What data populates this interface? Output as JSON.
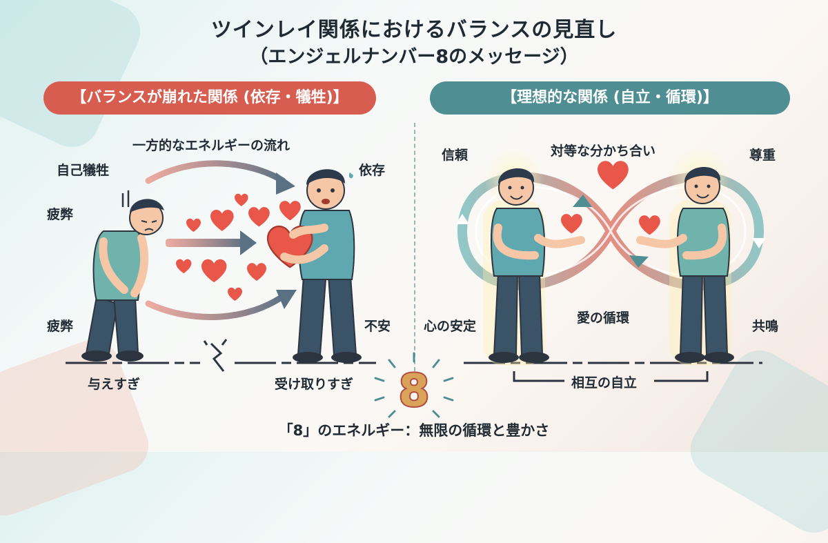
{
  "title": "ツインレイ関係におけるバランスの見直し",
  "subtitle": "（エンジェルナンバー8のメッセージ）",
  "left_panel": {
    "banner": "【バランスが崩れた関係 (依存・犠牲)】",
    "flow_label": "一方的なエネルギーの流れ",
    "labels": {
      "self_sacrifice": "自己犠牲",
      "fatigue_top": "疲弊",
      "fatigue_bottom": "疲弊",
      "dependence": "依存",
      "anxiety": "不安",
      "give_too_much": "与えすぎ",
      "receive_too_much": "受け取りすぎ"
    }
  },
  "right_panel": {
    "banner": "【理想的な関係 (自立・循環)】",
    "labels": {
      "trust": "信頼",
      "equal_sharing": "対等な分かち合い",
      "respect": "尊重",
      "peace_of_mind": "心の安定",
      "love_cycle": "愛の循環",
      "resonance": "共鳴",
      "mutual_independence": "相互の自立"
    }
  },
  "emblem": {
    "digit": "8"
  },
  "footer": "「8」のエネルギー：無限の循環と豊かさ",
  "colors": {
    "coral": "#d65d50",
    "teal": "#4f8e92",
    "heart": "#e8574a",
    "shirt": "#6fb3ac",
    "pants": "#3b5366",
    "skin": "#f6c7a6",
    "hair": "#2d3a4c"
  }
}
